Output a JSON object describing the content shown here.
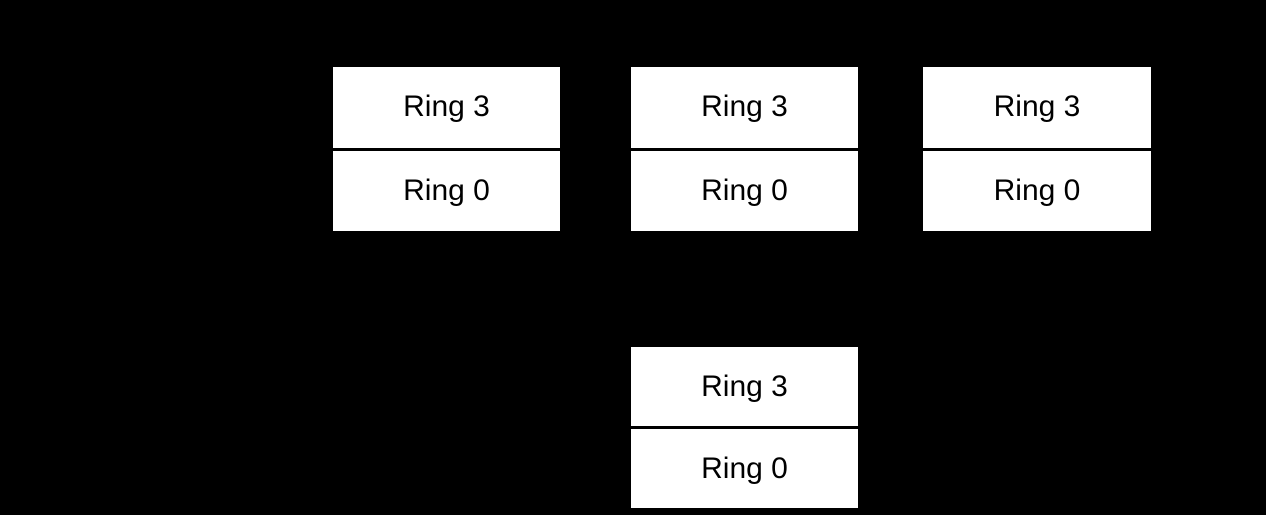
{
  "colors": {
    "background": "#000000",
    "box_fill": "#ffffff",
    "box_text": "#000000",
    "divider": "#000000"
  },
  "diagram": {
    "description_of_visible_content": "Four white two-cell stacks on a black background; three across the top and one centered below",
    "stacks": [
      {
        "id": "top-left",
        "cells": [
          {
            "label": "Ring 3"
          },
          {
            "label": "Ring 0"
          }
        ]
      },
      {
        "id": "top-middle",
        "cells": [
          {
            "label": "Ring 3"
          },
          {
            "label": "Ring 0"
          }
        ]
      },
      {
        "id": "top-right",
        "cells": [
          {
            "label": "Ring 3"
          },
          {
            "label": "Ring 0"
          }
        ]
      },
      {
        "id": "bottom",
        "cells": [
          {
            "label": "Ring 3"
          },
          {
            "label": "Ring 0"
          }
        ]
      }
    ]
  }
}
